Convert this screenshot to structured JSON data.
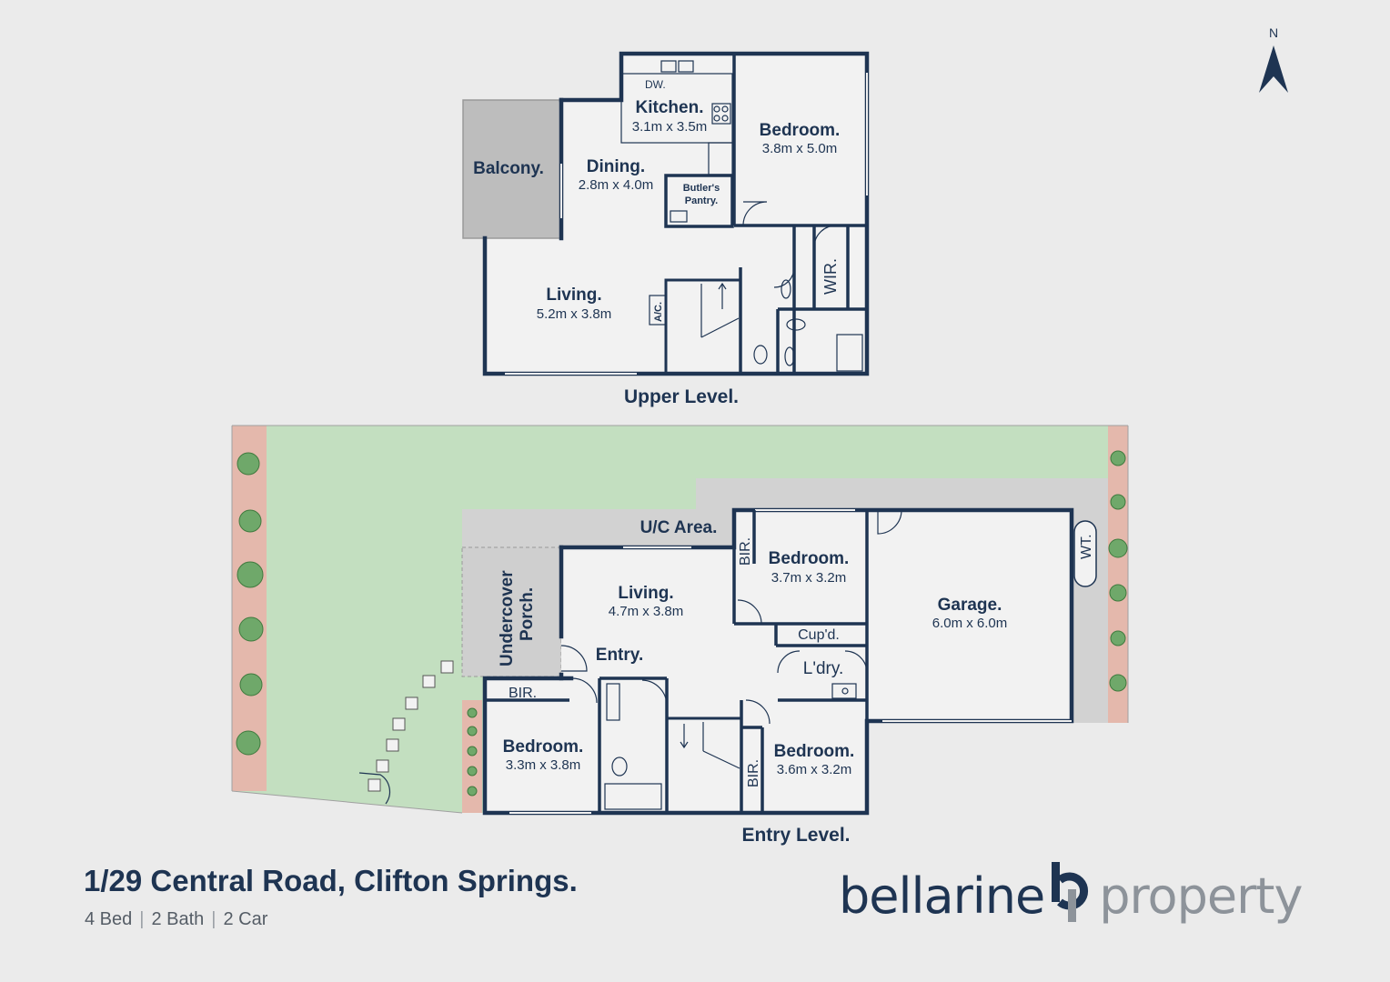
{
  "compass": {
    "label": "N"
  },
  "upper_level": {
    "title": "Upper Level.",
    "rooms": [
      {
        "name": "Kitchen.",
        "dims": "3.1m x 3.5m"
      },
      {
        "name": "Bedroom.",
        "dims": "3.8m x 5.0m"
      },
      {
        "name": "Balcony."
      },
      {
        "name": "Dining.",
        "dims": "2.8m x 4.0m"
      },
      {
        "name": "Butler's",
        "name2": "Pantry."
      },
      {
        "name": "Living.",
        "dims": "5.2m x 3.8m"
      }
    ],
    "labels": {
      "dw": "DW.",
      "wir": "WIR.",
      "ac": "A/C."
    }
  },
  "entry_level": {
    "title": "Entry Level.",
    "rooms": [
      {
        "name": "U/C Area."
      },
      {
        "name": "Bedroom.",
        "dims": "3.7m x 3.2m"
      },
      {
        "name": "Garage.",
        "dims": "6.0m x 6.0m"
      },
      {
        "name": "Living.",
        "dims": "4.7m x 3.8m"
      },
      {
        "name": "Entry."
      },
      {
        "name": "Undercover",
        "name2": "Porch."
      },
      {
        "name": "Bedroom.",
        "dims": "3.3m x 3.8m"
      },
      {
        "name": "Bedroom.",
        "dims": "3.6m x 3.2m"
      },
      {
        "name": "L'dry."
      }
    ],
    "labels": {
      "bir_top": "BIR.",
      "bir_left": "BIR.",
      "bir_bottom": "BIR.",
      "cupd": "Cup'd.",
      "wt": "WT."
    }
  },
  "listing": {
    "address": "1/29 Central Road, Clifton Springs.",
    "beds": "4 Bed",
    "baths": "2 Bath",
    "cars": "2 Car"
  },
  "brand": {
    "word1": "bellarine",
    "word2": "property"
  },
  "colors": {
    "background": "#ebebeb",
    "wall": "#1e3452",
    "lawn": "#c3dfc0",
    "garden_bed": "#e4b8ac",
    "concrete": "#d2d2d2",
    "balcony": "#bdbdbd",
    "floor": "#f2f2f2"
  }
}
